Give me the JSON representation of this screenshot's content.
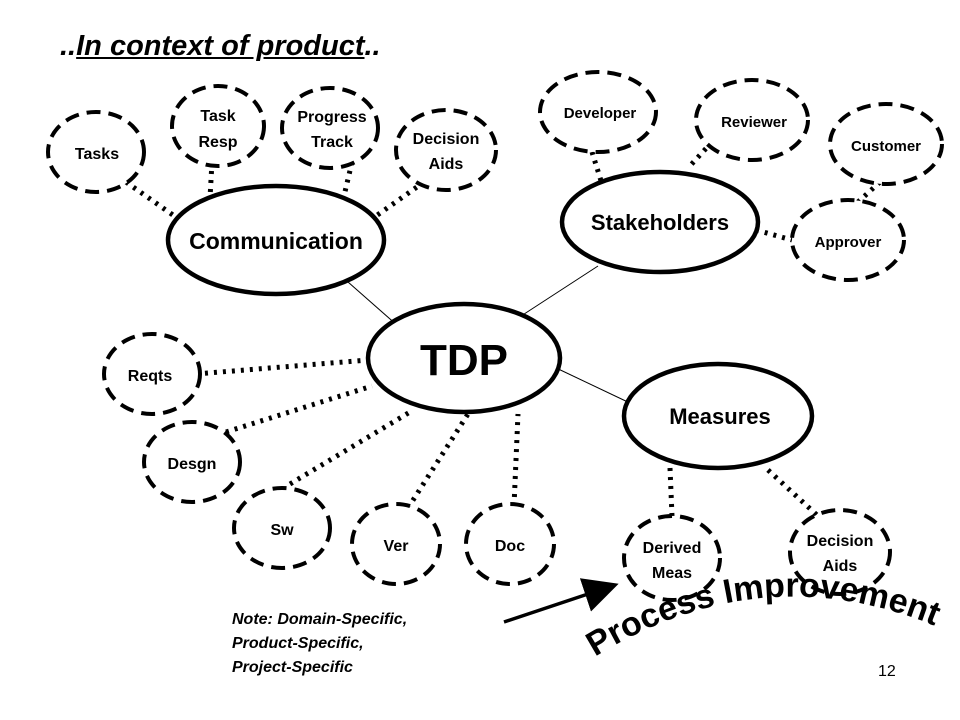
{
  "title": {
    "prefix": "..",
    "main": "In context of product",
    "suffix": ".."
  },
  "hub": {
    "label": "TDP"
  },
  "primary": {
    "communication": "Communication",
    "stakeholders": "Stakeholders",
    "measures": "Measures"
  },
  "communication_items": {
    "tasks": "Tasks",
    "task_resp": [
      "Task",
      "Resp"
    ],
    "progress_track": [
      "Progress",
      "Track"
    ],
    "decision_aids": [
      "Decision",
      "Aids"
    ]
  },
  "stakeholder_items": {
    "developer": "Developer",
    "reviewer": "Reviewer",
    "customer": "Customer",
    "approver": "Approver"
  },
  "measure_items": {
    "derived_meas": [
      "Derived",
      "Meas"
    ],
    "decision_aids": [
      "Decision",
      "Aids"
    ]
  },
  "artifact_items": {
    "reqts": "Reqts",
    "desgn": "Desgn",
    "sw": "Sw",
    "ver": "Ver",
    "doc": "Doc"
  },
  "note": {
    "line1": "Note: Domain-Specific,",
    "line2": "Product-Specific,",
    "line3": "Project-Specific"
  },
  "banner": "Process Improvement",
  "page_number": "12"
}
